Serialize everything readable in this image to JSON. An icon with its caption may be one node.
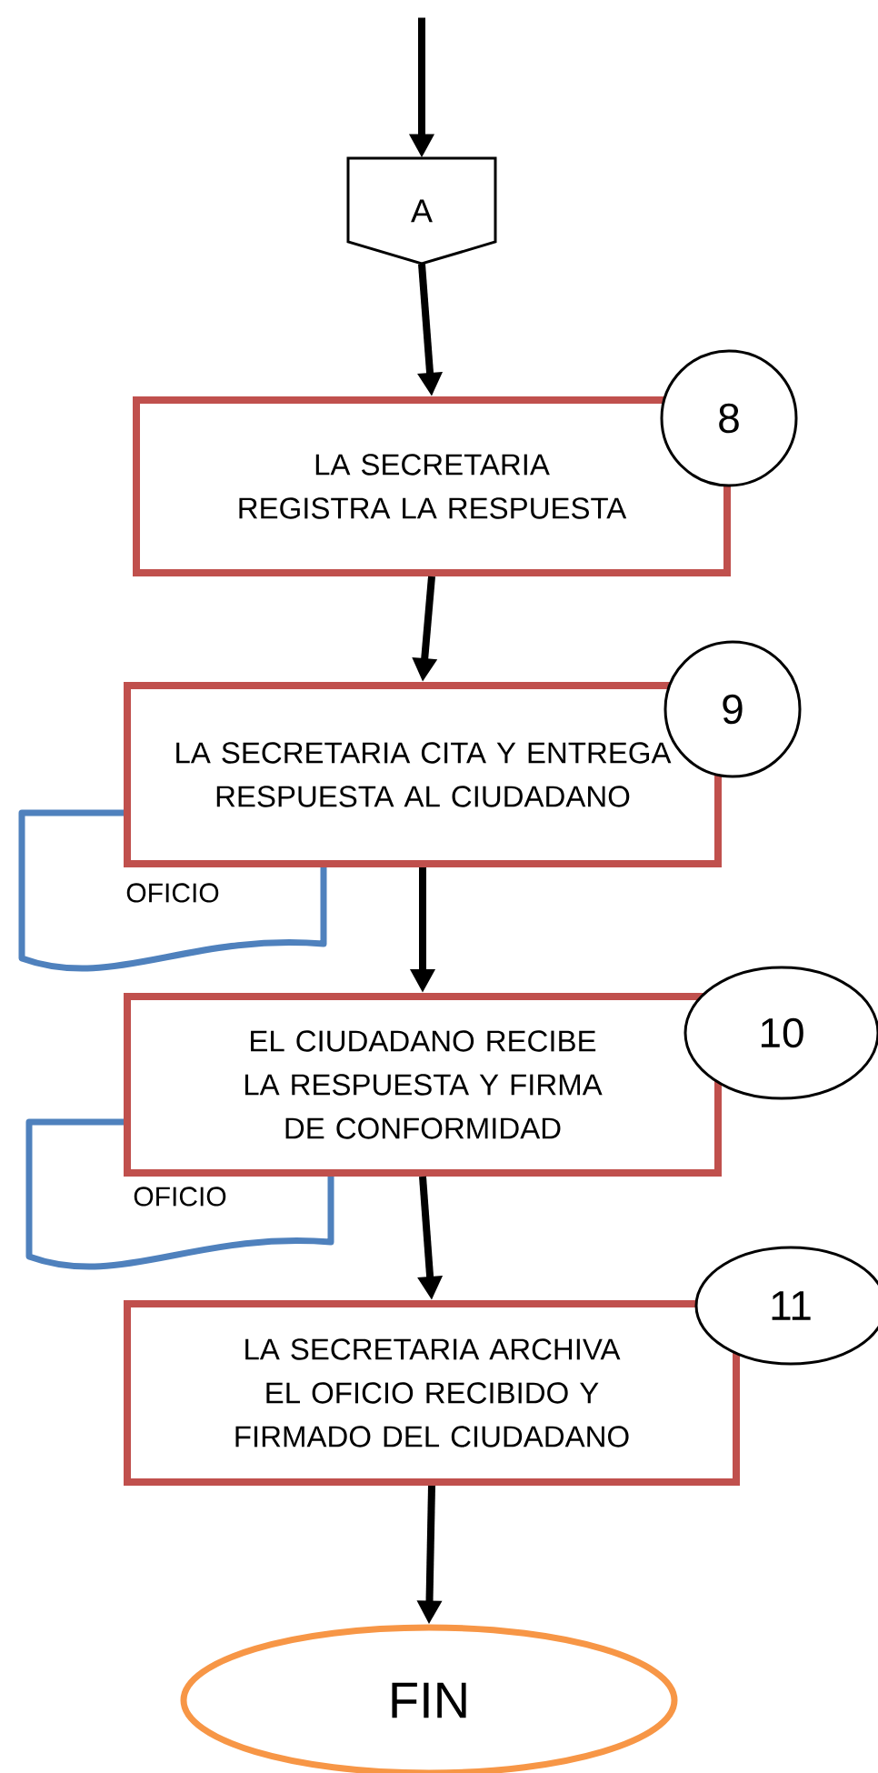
{
  "diagram": {
    "nodes": [
      {
        "text": [
          "A"
        ]
      },
      {
        "text": [
          "LA SECRETARIA REGISTRA LA RESPUESTA"
        ]
      },
      {
        "text": [
          "8"
        ]
      },
      {
        "text": [
          "LA SECRETARIA CITA Y ENTREGA RESPUESTA AL CIUDADANO"
        ]
      },
      {
        "text": [
          "9"
        ]
      },
      {
        "text": [
          "OFICIO"
        ]
      },
      {
        "text": [
          "EL CIUDADANO RECIBE LA RESPUESTA Y FIRMA DE CONFORMIDAD"
        ]
      },
      {
        "text": [
          "10"
        ]
      },
      {
        "text": [
          "OFICIO"
        ]
      },
      {
        "text": [
          "LA SECRETARIA ARCHIVA EL OFICIO RECIBIDO Y FIRMADO DEL CIUDADANO"
        ]
      },
      {
        "text": [
          "11"
        ]
      },
      {
        "text": [
          "FIN"
        ]
      }
    ],
    "edges": [
      {
        "from": null,
        "to": 0,
        "arrow": "to"
      },
      {
        "from": 0,
        "to": 1,
        "arrow": "to"
      },
      {
        "from": 1,
        "to": 3,
        "arrow": "to"
      },
      {
        "from": 3,
        "to": 6,
        "arrow": "to"
      },
      {
        "from": 6,
        "to": 9,
        "arrow": "to"
      },
      {
        "from": 9,
        "to": 11,
        "arrow": "to"
      }
    ]
  }
}
